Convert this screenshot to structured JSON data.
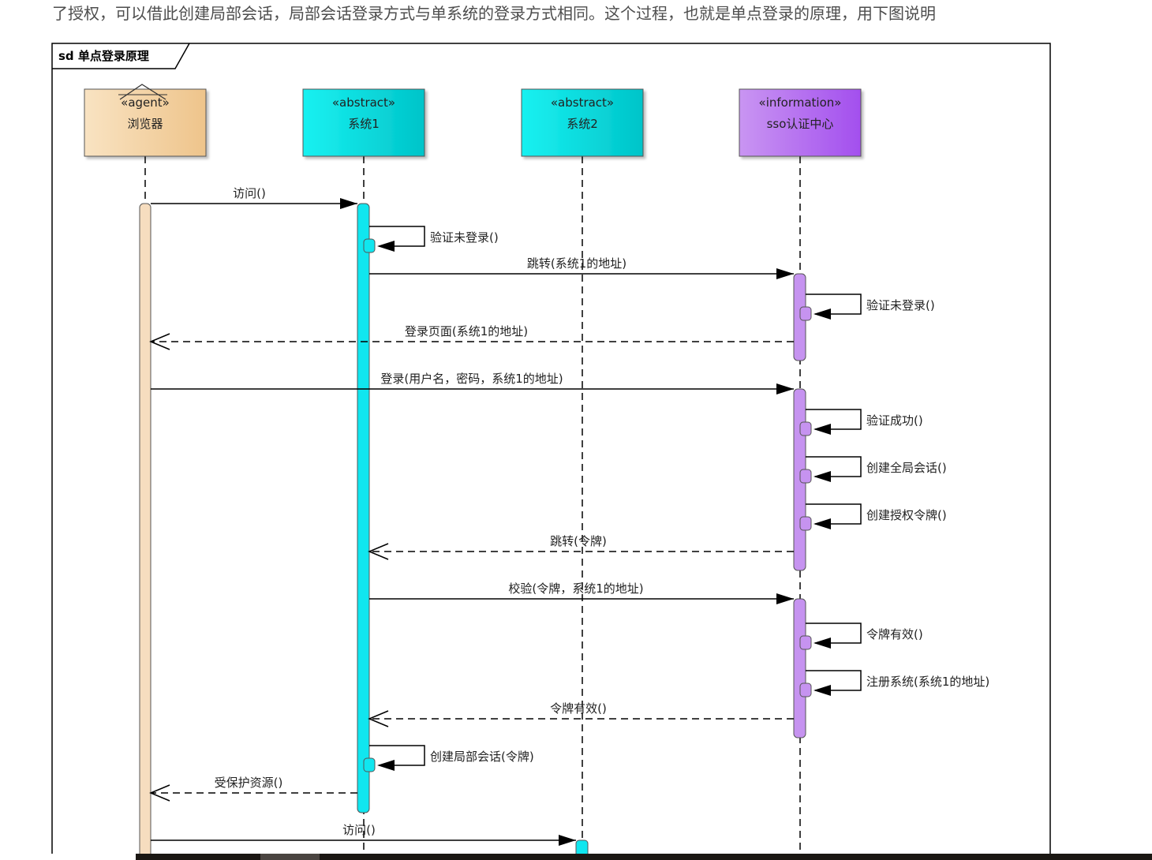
{
  "intro_text": "了授权，可以借此创建局部会话，局部会话登录方式与单系统的登录方式相同。这个过程，也就是单点登录的原理，用下图说明",
  "frame_title": "sd 单点登录原理",
  "colors": {
    "agent_fill": "#f3d5a6",
    "system_fill": "#00e1e1",
    "sso_fill": "#b672f0",
    "line": "#000000",
    "activation_agent": "#f6ddbf",
    "activation_system": "#10e6ef",
    "activation_sso": "#c693f0"
  },
  "participants": [
    {
      "id": "browser",
      "stereotype": "«agent»",
      "name": "浏览器"
    },
    {
      "id": "sys1",
      "stereotype": "«abstract»",
      "name": "系统1"
    },
    {
      "id": "sys2",
      "stereotype": "«abstract»",
      "name": "系统2"
    },
    {
      "id": "sso",
      "stereotype": "«information»",
      "name": "sso认证中心"
    }
  ],
  "messages": [
    {
      "from": "browser",
      "to": "sys1",
      "label": "访问()",
      "type": "sync"
    },
    {
      "from": "sys1",
      "to": "sys1",
      "label": "验证未登录()",
      "type": "self"
    },
    {
      "from": "sys1",
      "to": "sso",
      "label": "跳转(系统1的地址)",
      "type": "sync"
    },
    {
      "from": "sso",
      "to": "sso",
      "label": "验证未登录()",
      "type": "self"
    },
    {
      "from": "sso",
      "to": "browser",
      "label": "登录页面(系统1的地址)",
      "type": "reply"
    },
    {
      "from": "browser",
      "to": "sso",
      "label": "登录(用户名，密码，系统1的地址)",
      "type": "sync"
    },
    {
      "from": "sso",
      "to": "sso",
      "label": "验证成功()",
      "type": "self"
    },
    {
      "from": "sso",
      "to": "sso",
      "label": "创建全局会话()",
      "type": "self"
    },
    {
      "from": "sso",
      "to": "sso",
      "label": "创建授权令牌()",
      "type": "self"
    },
    {
      "from": "sso",
      "to": "sys1",
      "label": "跳转(令牌)",
      "type": "reply"
    },
    {
      "from": "sys1",
      "to": "sso",
      "label": "校验(令牌，系统1的地址)",
      "type": "sync"
    },
    {
      "from": "sso",
      "to": "sso",
      "label": "令牌有效()",
      "type": "self"
    },
    {
      "from": "sso",
      "to": "sso",
      "label": "注册系统(系统1的地址)",
      "type": "self"
    },
    {
      "from": "sso",
      "to": "sys1",
      "label": "令牌有效()",
      "type": "reply"
    },
    {
      "from": "sys1",
      "to": "sys1",
      "label": "创建局部会话(令牌)",
      "type": "self"
    },
    {
      "from": "sys1",
      "to": "browser",
      "label": "受保护资源()",
      "type": "reply"
    },
    {
      "from": "browser",
      "to": "sys2",
      "label": "访问()",
      "type": "sync"
    }
  ]
}
